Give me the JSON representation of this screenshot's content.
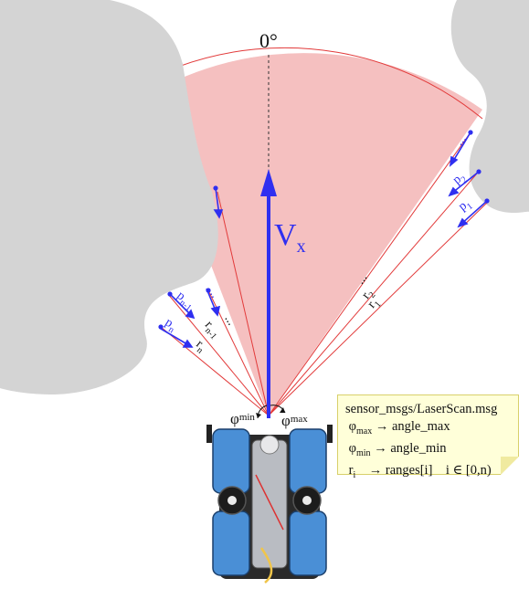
{
  "diagram": {
    "angle_zero_label": "0°",
    "velocity_label": "V",
    "velocity_subscript": "x",
    "phi_min_label": "φ",
    "phi_min_subscript": "min",
    "phi_max_label": "φ",
    "phi_max_subscript": "max",
    "left_points": {
      "p_n": "p",
      "p_n_sub": "n",
      "p_n1": "p",
      "p_n1_sub": "n-1",
      "dots": "..."
    },
    "right_points": {
      "p_1": "p",
      "p_1_sub": "1",
      "p_2": "p",
      "p_2_sub": "2",
      "dots": "..."
    },
    "left_ranges": {
      "r_n": "r",
      "r_n_sub": "n",
      "r_n1": "r",
      "r_n1_sub": "n-1",
      "dots": "..."
    },
    "right_ranges": {
      "r_1": "r",
      "r_1_sub": "1",
      "r_2": "r",
      "r_2_sub": "2",
      "dots": "..."
    },
    "colors": {
      "fan_fill": "#f5c0c0",
      "ray": "#e23a3a",
      "arrow": "#2f2ff0",
      "obstacle": "#d4d4d4"
    }
  },
  "note": {
    "title": "sensor_msgs/LaserScan.msg",
    "row1_symbol": "φ",
    "row1_sub": "max",
    "row1_text": " → angle_max",
    "row2_symbol": "φ",
    "row2_sub": "min",
    "row2_text": " → angle_min",
    "row3_symbol": "r",
    "row3_sub": "i",
    "row3_text": "    → ranges[i]    i ∈ [0,n)"
  }
}
